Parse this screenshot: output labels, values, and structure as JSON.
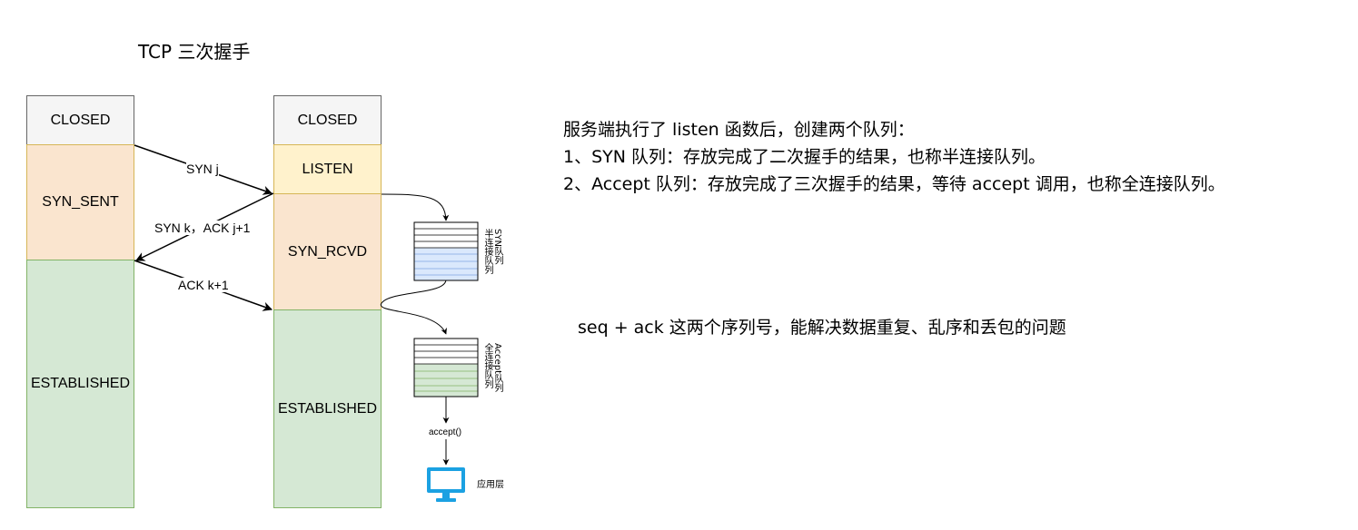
{
  "title": "TCP 三次握手",
  "client": {
    "states": [
      "CLOSED",
      "SYN_SENT",
      "ESTABLISHED"
    ]
  },
  "server": {
    "states": [
      "CLOSED",
      "LISTEN",
      "SYN_RCVD",
      "ESTABLISHED"
    ]
  },
  "arrows": {
    "syn": "SYN j",
    "syn_ack": "SYN k，ACK j+1",
    "ack": "ACK k+1",
    "accept_call": "accept()",
    "app_layer": "应用层"
  },
  "queues": {
    "syn_queue": {
      "line1": "SYN队列",
      "line2": "半连接队列",
      "fill": "#dae8fc"
    },
    "accept_queue": {
      "line1": "Accept队列",
      "line2": "全连接队列",
      "fill": "#d5e8d4"
    }
  },
  "notes": {
    "lines": [
      "服务端执行了 listen 函数后，创建两个队列：",
      "1、SYN 队列：存放完成了二次握手的结果，也称半连接队列。",
      "2、Accept 队列：存放完成了三次握手的结果，等待 accept 调用，也称全连接队列。"
    ],
    "seq": "seq + ack 这两个序列号，能解决数据重复、乱序和丢包的问题"
  },
  "colors": {
    "closed": "#f5f5f5",
    "sent": "#fae5cf",
    "established": "#d5e8d4",
    "listen": "#fff2cc",
    "monitor": "#1ba1e2"
  }
}
